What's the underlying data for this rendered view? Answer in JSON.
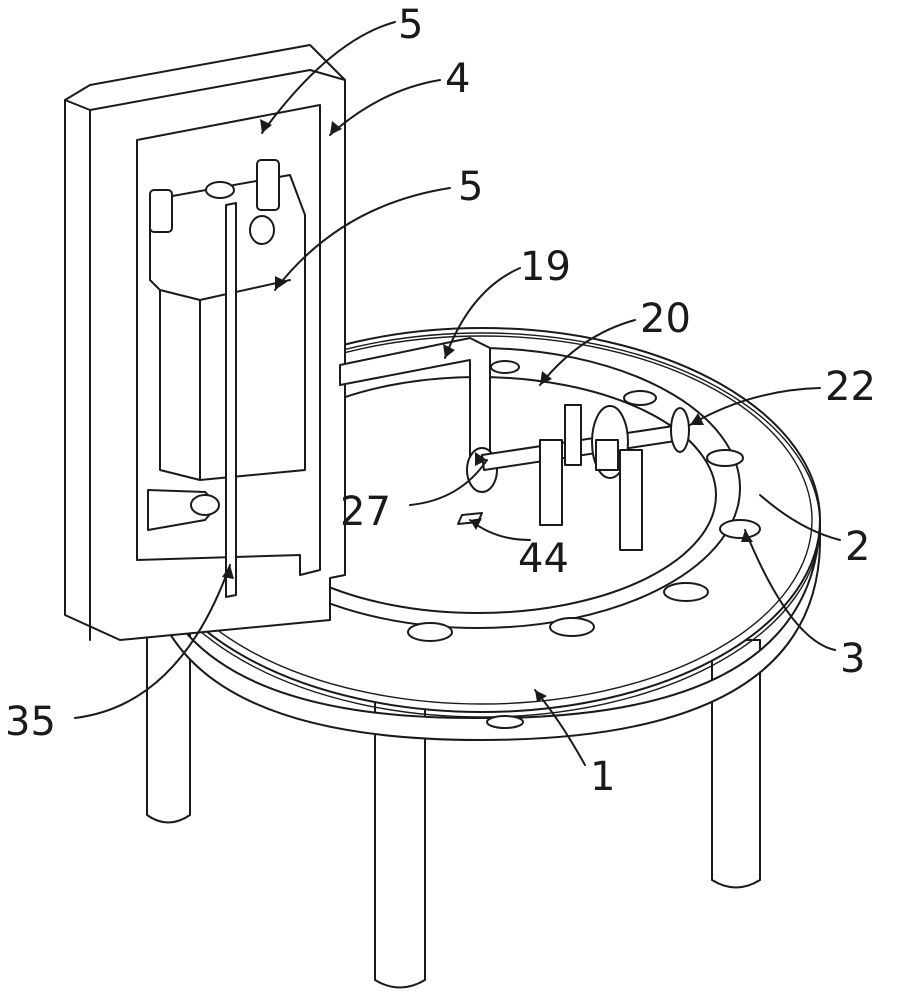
{
  "figure": {
    "labels": {
      "part_5_top": "5",
      "part_4": "4",
      "part_5_mid": "5",
      "part_19": "19",
      "part_20": "20",
      "part_22": "22",
      "part_27": "27",
      "part_44": "44",
      "part_2": "2",
      "part_3": "3",
      "part_35": "35",
      "part_1": "1"
    }
  }
}
